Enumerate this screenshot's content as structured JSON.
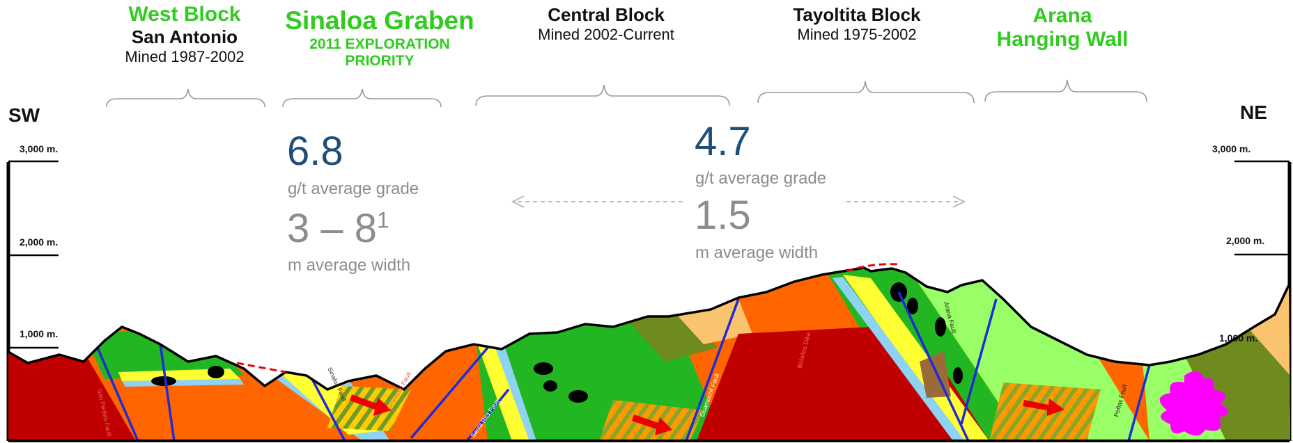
{
  "blocks": {
    "west": {
      "title": "West Block",
      "subtitle": "San Antonio",
      "note": "Mined 1987-2002"
    },
    "sinaloa": {
      "title": "Sinaloa Graben",
      "note_line1": "2011 EXPLORATION",
      "note_line2": "PRIORITY"
    },
    "central": {
      "title": "Central Block",
      "note": "Mined 2002-Current"
    },
    "tayoltita": {
      "title": "Tayoltita Block",
      "note": "Mined 1975-2002"
    },
    "arana": {
      "title_line1": "Arana",
      "title_line2": "Hanging Wall"
    }
  },
  "sides": {
    "left": "SW",
    "right": "NE"
  },
  "elevations": {
    "e3000": "3,000 m.",
    "e2000": "2,000 m.",
    "e1000": "1,000 m."
  },
  "stats_left": {
    "grade": "6.8",
    "grade_label": "g/t average grade",
    "width": "3 – 8",
    "width_sup": "1",
    "width_label": "m average width"
  },
  "stats_right": {
    "grade": "4.7",
    "grade_label": "g/t average grade",
    "width": "1.5",
    "width_label": "m average width"
  },
  "fault_labels": [
    "San Pedrito Fault",
    "Sinaloa Fault",
    "Guamuchil Fault",
    "Peñas Fault",
    "Arana Fault",
    "Bolaños Dike",
    "Limoncito Fault",
    "Santa Rita Fault"
  ],
  "colors": {
    "title_green": "#2fcc1f",
    "stat_blue": "#1f4e79",
    "stat_gray": "#8c8c8c",
    "basement_red": "#c00000",
    "orange": "#ff6600",
    "green": "#22b622",
    "light_green": "#99ff66",
    "olive": "#6f8b1f",
    "tan": "#fac46e",
    "yellow": "#ffff33",
    "light_blue": "#8fd3f4",
    "fault_blue": "#1f2bd6",
    "magenta": "#ff00ff"
  }
}
